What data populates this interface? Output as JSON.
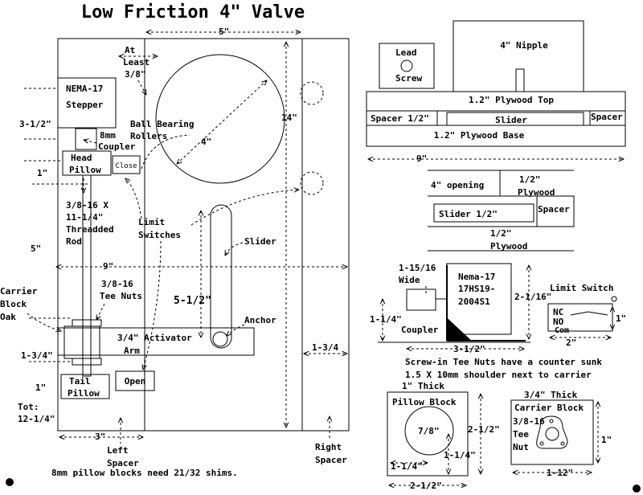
{
  "title": "Low Friction 4\" Valve",
  "left_view": {
    "dim_width_top": "5\"",
    "at_least": [
      "At",
      "Least",
      "3/8\""
    ],
    "stepper": [
      "NEMA-17",
      "Stepper"
    ],
    "dim_stepper": "3-1/2\"",
    "coupler": [
      "8mm",
      "Coupler"
    ],
    "rollers": [
      "Ball Bearing",
      "Rollers"
    ],
    "circle_dim": "4\"",
    "dim_height": "14\"",
    "head_pillow": [
      "Head",
      "Pillow"
    ],
    "close": "Close",
    "dim_1": "1\"",
    "rod": [
      "3/8-16 X",
      "11-1/4\"",
      "Threadded",
      "Rod"
    ],
    "limit": [
      "Limit",
      "Switches"
    ],
    "slider": "Slider",
    "dim_5": "5\"",
    "dim_9": "9\"",
    "carrier_block": [
      "Carrier",
      "Block",
      "Oak"
    ],
    "tee_nuts": [
      "3/8-16",
      "Tee Nuts"
    ],
    "dim_5_half": "5-1/2\"",
    "anchor": "Anchor",
    "activator": [
      "3/4\" Activator",
      "Arm"
    ],
    "dim_1_3_4_left": "1-3/4\"",
    "dim_1_3_4_right": "1-3/4",
    "tail_pillow": [
      "Tail",
      "Pillow"
    ],
    "open": "Open",
    "dim_1_b": "1\"",
    "total": [
      "Tot:",
      "12-1/4\""
    ],
    "dim_3": "3\"",
    "left_spacer": [
      "Left",
      "Spacer"
    ],
    "right_spacer": [
      "Right",
      "Spacer"
    ],
    "note_shims": "8mm pillow blocks need 21/32 shims."
  },
  "side_view": {
    "lead_screw": [
      "Lead",
      "Screw"
    ],
    "nipple": "4\" Nipple",
    "plywood_top": "1.2\" Plywood Top",
    "spacer_half": "Spacer 1/2\"",
    "slider": "Slider",
    "spacer": "Spacer",
    "plywood_base": "1.2\" Plywood Base",
    "dim_9": "9\""
  },
  "opening_view": {
    "opening": "4\" opening",
    "half_plywood_top": [
      "1/2\"",
      "Plywood"
    ],
    "spacer": "Spacer",
    "slider_half": "Slider 1/2\"",
    "half_plywood_bottom": [
      "1/2\"",
      "Plywood"
    ]
  },
  "motor_view": {
    "wide": [
      "1-15/16",
      "Wide"
    ],
    "motor": [
      "Nema-17",
      "17HS19-",
      "2004S1"
    ],
    "dim_2_1_16": "2-1/16\"",
    "dim_1_1_4": "1-1/4\"",
    "coupler": "Coupler",
    "dim_3_1_2": "3-1/2\""
  },
  "limit_switch": {
    "title": "Limit Switch",
    "nc": "NC",
    "no": "NO",
    "com": "Com",
    "dim_1": "1\"",
    "dim_2": "2\""
  },
  "notes": [
    "Screw-in Tee Nuts have a counter sunk",
    "1.5 X 10mm shoulder next to carrier"
  ],
  "pillow_block": {
    "thick": "1\" Thick",
    "title": "Pillow Block",
    "bore": "7/8\"",
    "dim_2_1_2_side": "2-1/2\"",
    "dim_1_1_4_a": "1-1/4\"",
    "dim_1_1_4_b": "1-1/4\"",
    "dim_2_1_2_bottom": "2-1/2\""
  },
  "carrier_view": {
    "thick": "3/4\" Thick",
    "title": "Carrier Block",
    "tee_nut": [
      "3/8-16",
      "Tee",
      "Nut"
    ],
    "dim_1": "1\"",
    "dim_1_12": "1-12\""
  }
}
